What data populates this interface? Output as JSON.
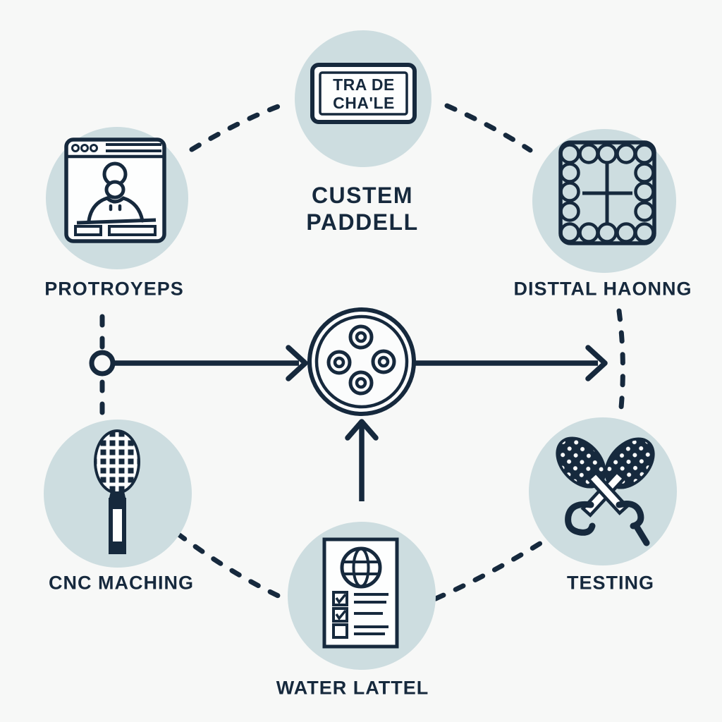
{
  "title": {
    "line1": "CUSTEM",
    "line2": "PADDELL"
  },
  "sign": {
    "line1": "TRA DE",
    "line2": "CHA'LE",
    "icon": "signboard-icon"
  },
  "nodes": {
    "prototypes": {
      "label": "PROTROYEPS",
      "icon": "browser-user-icon"
    },
    "digital_honing": {
      "label": "DISTTAL HAONNG",
      "icon": "perforated-plate-icon"
    },
    "cnc_machining": {
      "label": "CNC MACHING",
      "icon": "paddle-racket-icon"
    },
    "water_label": {
      "label": "WATER LATTEL",
      "icon": "document-checklist-globe-icon"
    },
    "testing": {
      "label": "TESTING",
      "icon": "crossed-rackets-icon"
    }
  },
  "center": {
    "icon": "paddle-face-holes-icon"
  },
  "colors": {
    "background": "#f7f8f7",
    "node_fill": "#cddde0",
    "ink": "#16293d",
    "icon_bg": "#fdfefe"
  }
}
